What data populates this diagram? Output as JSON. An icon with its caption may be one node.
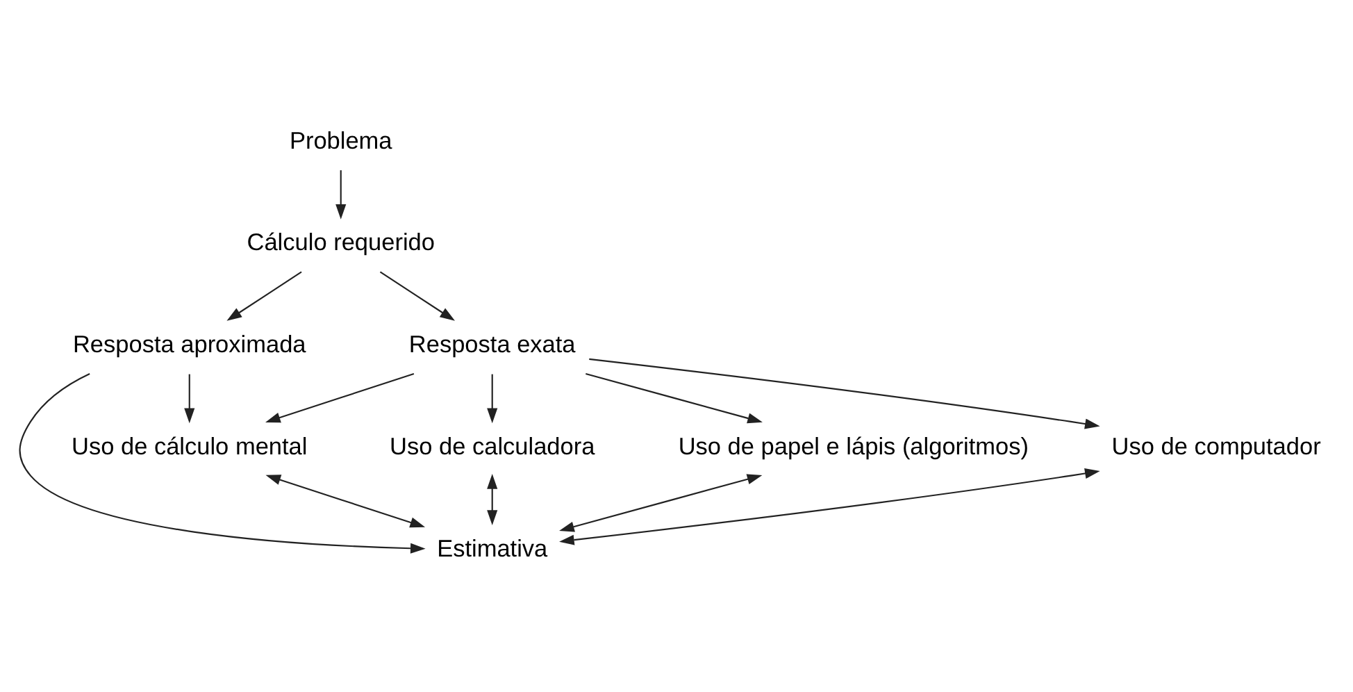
{
  "diagram": {
    "nodes": [
      {
        "text": [
          "Problema"
        ]
      },
      {
        "text": [
          "Cálculo requerido"
        ]
      },
      {
        "text": [
          "Resposta aproximada"
        ]
      },
      {
        "text": [
          "Resposta exata"
        ]
      },
      {
        "text": [
          "Uso de cálculo mental"
        ]
      },
      {
        "text": [
          "Uso de calculadora"
        ]
      },
      {
        "text": [
          "Uso de papel e lápis (algoritmos)"
        ]
      },
      {
        "text": [
          "Uso de computador"
        ]
      },
      {
        "text": [
          "Estimativa"
        ]
      }
    ],
    "edges": [
      {
        "from": 0,
        "to": 1,
        "arrow": "to"
      },
      {
        "from": 1,
        "to": 2,
        "arrow": "to"
      },
      {
        "from": 1,
        "to": 3,
        "arrow": "to"
      },
      {
        "from": 2,
        "to": 4,
        "arrow": "to"
      },
      {
        "from": 2,
        "to": 8,
        "arrow": "to"
      },
      {
        "from": 3,
        "to": 4,
        "arrow": "to"
      },
      {
        "from": 3,
        "to": 6,
        "arrow": "to"
      },
      {
        "from": 3,
        "to": 5,
        "arrow": "to"
      },
      {
        "from": 3,
        "to": 7,
        "arrow": "to"
      },
      {
        "from": 4,
        "to": 8,
        "arrow": "both"
      },
      {
        "from": 6,
        "to": 8,
        "arrow": "both"
      },
      {
        "from": 8,
        "to": 5,
        "arrow": "both"
      },
      {
        "from": 8,
        "to": 7,
        "arrow": "both"
      }
    ]
  }
}
